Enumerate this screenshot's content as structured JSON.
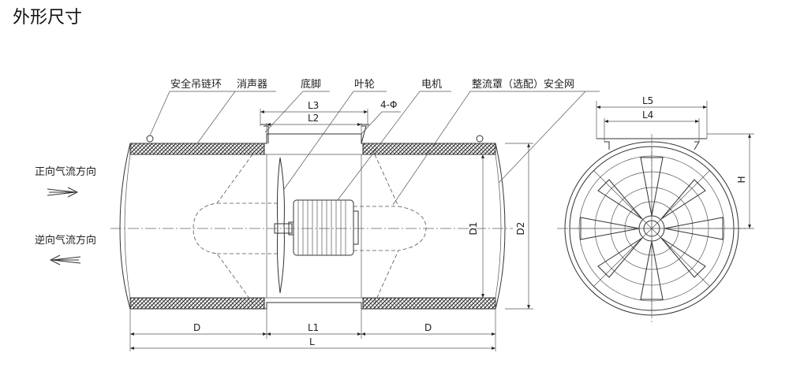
{
  "title": "外形尺寸",
  "flow": {
    "forward": "正向气流方向",
    "reverse": "逆向气流方向"
  },
  "callouts": {
    "safety_ring": "安全吊链环",
    "silencer": "消声器",
    "base": "底脚",
    "impeller": "叶轮",
    "motor": "电机",
    "fairing_guard": "整流罩（选配）安全网",
    "holes": "4-Φ"
  },
  "dims": {
    "L": "L",
    "L1": "L1",
    "L2": "L2",
    "L3": "L3",
    "D_left": "D",
    "D_right": "D",
    "D1": "D1",
    "D2": "D2",
    "L4": "L4",
    "L5": "L5",
    "H": "H"
  }
}
